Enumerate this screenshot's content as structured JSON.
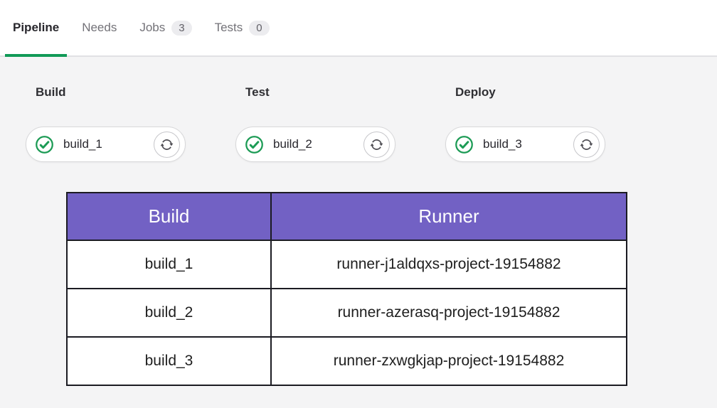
{
  "tabs": {
    "items": [
      {
        "label": "Pipeline",
        "active": true
      },
      {
        "label": "Needs",
        "active": false
      },
      {
        "label": "Jobs",
        "badge": "3",
        "active": false
      },
      {
        "label": "Tests",
        "badge": "0",
        "active": false
      }
    ]
  },
  "stages": [
    {
      "title": "Build",
      "job": {
        "name": "build_1",
        "status": "success"
      }
    },
    {
      "title": "Test",
      "job": {
        "name": "build_2",
        "status": "success"
      }
    },
    {
      "title": "Deploy",
      "job": {
        "name": "build_3",
        "status": "success"
      }
    }
  ],
  "runner_table": {
    "headers": {
      "build": "Build",
      "runner": "Runner"
    },
    "rows": [
      {
        "build": "build_1",
        "runner": "runner-j1aldqxs-project-19154882"
      },
      {
        "build": "build_2",
        "runner": "runner-azerasq-project-19154882"
      },
      {
        "build": "build_3",
        "runner": "runner-zxwgkjap-project-19154882"
      }
    ]
  },
  "icons": {
    "status_success": "check-circle-icon",
    "retry": "retry-icon"
  },
  "colors": {
    "accent_green": "#119a57",
    "success_green": "#1c9b55",
    "header_purple": "#7261c4",
    "content_bg": "#f4f4f5",
    "table_border": "#1b1b22",
    "inactive_tab_text": "#737278",
    "badge_bg": "#ececef"
  }
}
